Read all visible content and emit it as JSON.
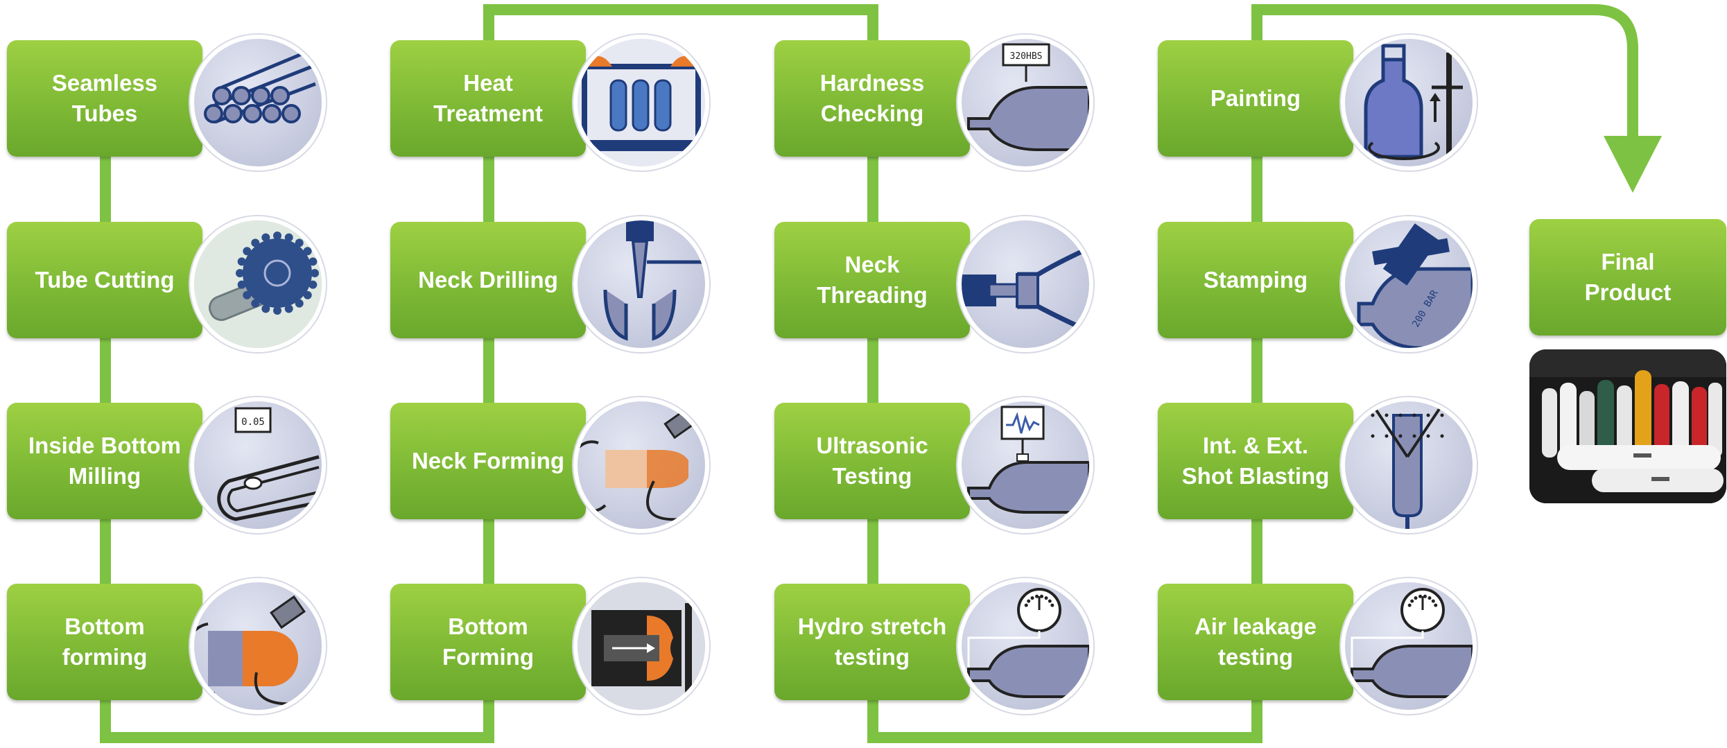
{
  "colors": {
    "accent": "#7dc242",
    "box_top": "#9ed043",
    "box_bottom": "#6aa82c",
    "icon_blue": "#1f3b7a",
    "icon_orange": "#e87a2a"
  },
  "columns": [
    {
      "steps": [
        {
          "lines": [
            "Seamless",
            "Tubes"
          ],
          "icon": "tubes-bundle-icon"
        },
        {
          "lines": [
            "Tube Cutting"
          ],
          "icon": "saw-blade-icon"
        },
        {
          "lines": [
            "Inside Bottom",
            "Milling"
          ],
          "icon": "milling-icon"
        },
        {
          "lines": [
            "Bottom",
            "forming"
          ],
          "icon": "bottom-forming-icon"
        }
      ]
    },
    {
      "steps": [
        {
          "lines": [
            "Heat",
            "Treatment"
          ],
          "icon": "furnace-icon"
        },
        {
          "lines": [
            "Neck Drilling"
          ],
          "icon": "drill-icon"
        },
        {
          "lines": [
            "Neck Forming"
          ],
          "icon": "neck-forming-icon"
        },
        {
          "lines": [
            "Bottom",
            "Forming"
          ],
          "icon": "press-icon"
        }
      ]
    },
    {
      "steps": [
        {
          "lines": [
            "Hardness",
            "Checking"
          ],
          "icon": "hardness-gauge-icon"
        },
        {
          "lines": [
            "Neck",
            "Threading"
          ],
          "icon": "threading-icon"
        },
        {
          "lines": [
            "Ultrasonic",
            "Testing"
          ],
          "icon": "ultrasonic-icon"
        },
        {
          "lines": [
            "Hydro stretch",
            "testing"
          ],
          "icon": "pressure-gauge-icon"
        }
      ]
    },
    {
      "steps": [
        {
          "lines": [
            "Painting"
          ],
          "icon": "spray-paint-icon"
        },
        {
          "lines": [
            "Stamping"
          ],
          "icon": "stamp-icon"
        },
        {
          "lines": [
            "Int. & Ext.",
            "Shot Blasting"
          ],
          "icon": "shot-blasting-icon"
        },
        {
          "lines": [
            "Air leakage",
            "testing"
          ],
          "icon": "pressure-gauge-icon"
        }
      ]
    }
  ],
  "final": {
    "lines": [
      "Final",
      "Product"
    ],
    "photo": "gas-cylinders-photo"
  }
}
